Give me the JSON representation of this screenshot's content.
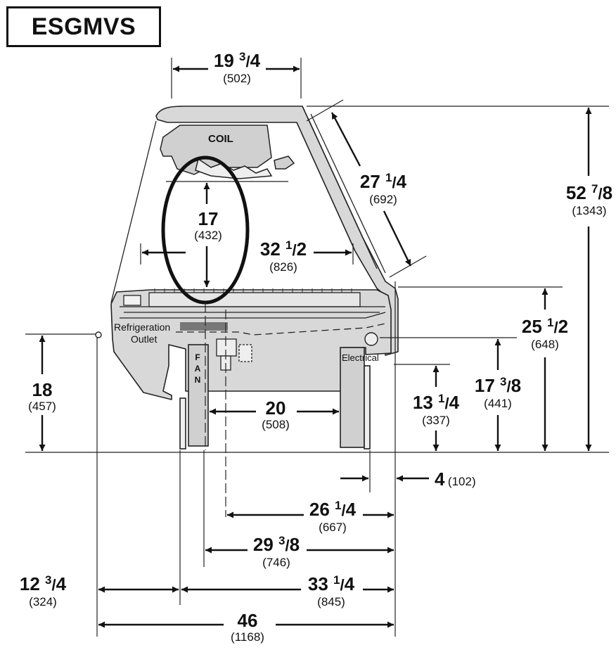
{
  "title": "ESGMVS",
  "labels": {
    "coil": "COIL",
    "refrigeration": "Refrigeration",
    "outlet": "Outlet",
    "electrical": "Electrical",
    "fan": [
      "F",
      "A",
      "N"
    ]
  },
  "dimensions": [
    {
      "id": "top-width",
      "whole": "19",
      "num": "3",
      "den": "4",
      "mm": "(502)"
    },
    {
      "id": "coil-height",
      "whole": "17",
      "num": "",
      "den": "",
      "mm": "(432)"
    },
    {
      "id": "interior-width",
      "whole": "32",
      "num": "1",
      "den": "2",
      "mm": "(826)"
    },
    {
      "id": "glass-length",
      "whole": "27",
      "num": "1",
      "den": "4",
      "mm": "(692)"
    },
    {
      "id": "overall-height",
      "whole": "52",
      "num": "7",
      "den": "8",
      "mm": "(1343)"
    },
    {
      "id": "deck-height",
      "whole": "25",
      "num": "1",
      "den": "2",
      "mm": "(648)"
    },
    {
      "id": "electrical-height",
      "whole": "17",
      "num": "3",
      "den": "8",
      "mm": "(441)"
    },
    {
      "id": "leg-clearance",
      "whole": "13",
      "num": "1",
      "den": "4",
      "mm": "(337)"
    },
    {
      "id": "outlet-height",
      "whole": "18",
      "num": "",
      "den": "",
      "mm": "(457)"
    },
    {
      "id": "leg-spacing",
      "whole": "20",
      "num": "",
      "den": "",
      "mm": "(508)"
    },
    {
      "id": "front-offset",
      "whole": "4",
      "num": "",
      "den": "",
      "mm": "(102)"
    },
    {
      "id": "drain-offset",
      "whole": "26",
      "num": "1",
      "den": "4",
      "mm": "(667)"
    },
    {
      "id": "fan-offset",
      "whole": "29",
      "num": "3",
      "den": "8",
      "mm": "(746)"
    },
    {
      "id": "rear-overhang",
      "whole": "12",
      "num": "3",
      "den": "4",
      "mm": "(324)"
    },
    {
      "id": "base-depth",
      "whole": "33",
      "num": "1",
      "den": "4",
      "mm": "(845)"
    },
    {
      "id": "overall-depth",
      "whole": "46",
      "num": "",
      "den": "",
      "mm": "(1168)"
    }
  ]
}
